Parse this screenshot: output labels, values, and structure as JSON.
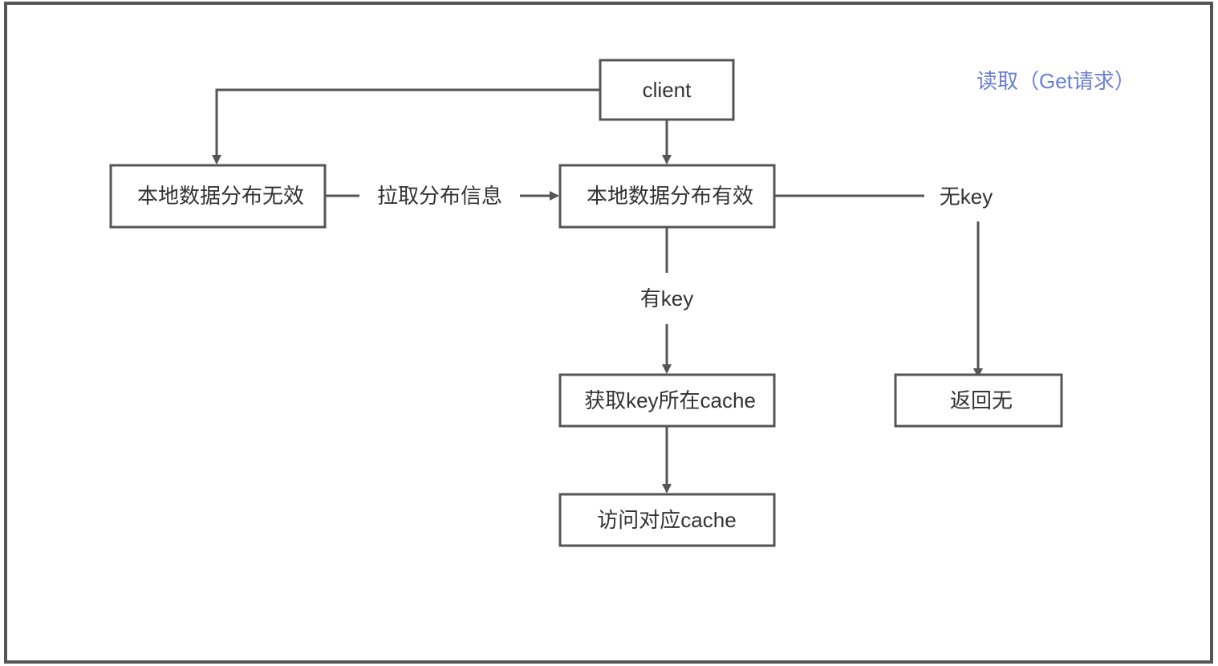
{
  "title": "读取（Get请求）",
  "colors": {
    "title": "#6b7fd1",
    "stroke": "#555555",
    "text": "#333333"
  },
  "nodes": {
    "client": "client",
    "invalid": "本地数据分布无效",
    "valid": "本地数据分布有效",
    "get_cache": "获取key所在cache",
    "access_cache": "访问对应cache",
    "return_none": "返回无"
  },
  "edges": {
    "pull_info": "拉取分布信息",
    "has_key": "有key",
    "no_key": "无key"
  }
}
